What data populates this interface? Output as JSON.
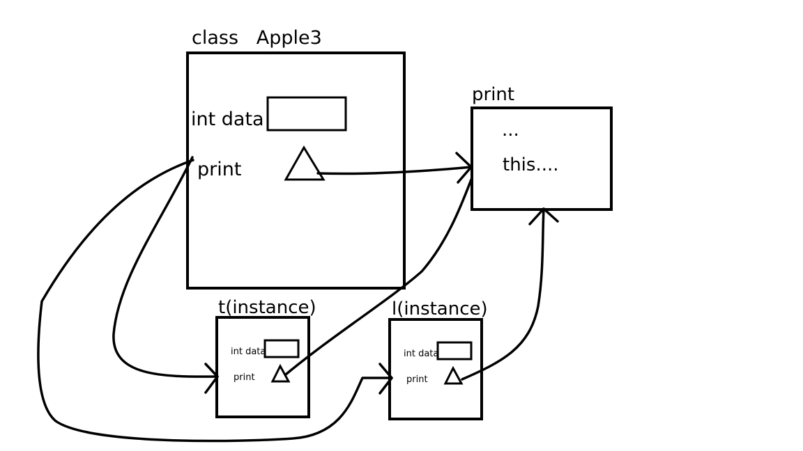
{
  "class_box": {
    "title": "class   Apple3",
    "field_label": "int data",
    "method_label": "print"
  },
  "method_box": {
    "title": "print",
    "line1": "...",
    "line2": "this....",
    "line3": "..."
  },
  "instance_t": {
    "title": "t(instance)",
    "field_label": "int data",
    "method_label": "print"
  },
  "instance_l": {
    "title": "l(instance)",
    "field_label": "int data",
    "method_label": "print"
  },
  "colors": {
    "ink": "#000000",
    "background": "#ffffff"
  }
}
